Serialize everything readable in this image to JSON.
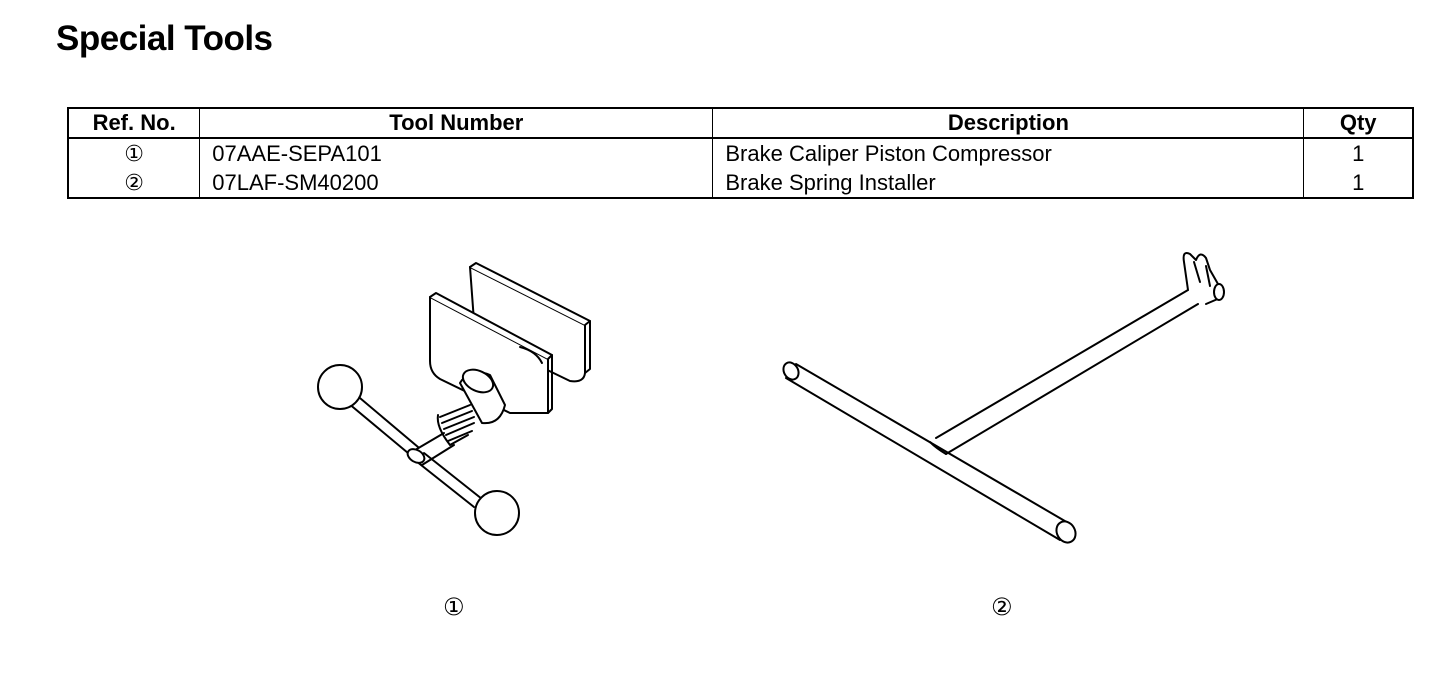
{
  "page": {
    "title": "Special Tools"
  },
  "table": {
    "headers": {
      "ref": "Ref. No.",
      "tool": "Tool Number",
      "desc": "Description",
      "qty": "Qty"
    },
    "rows": [
      {
        "ref": "①",
        "tool": "07AAE-SEPA101",
        "desc": "Brake Caliper Piston Compressor",
        "qty": "1"
      },
      {
        "ref": "②",
        "tool": "07LAF-SM40200",
        "desc": "Brake Spring Installer",
        "qty": "1"
      }
    ]
  },
  "illustrations": [
    {
      "icon": "caliper-piston-compressor-illustration",
      "callout": "①"
    },
    {
      "icon": "brake-spring-installer-illustration",
      "callout": "②"
    }
  ]
}
